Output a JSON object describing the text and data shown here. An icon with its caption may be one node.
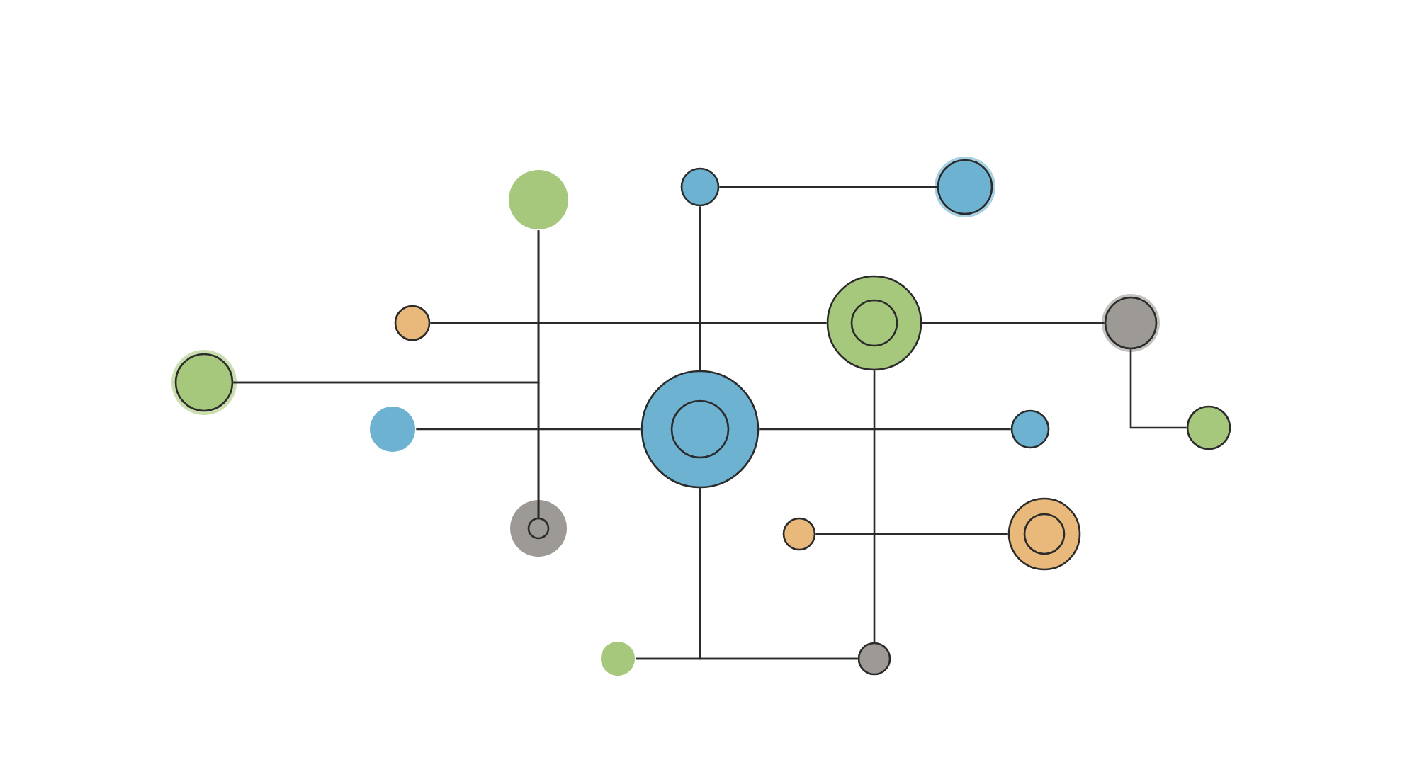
{
  "diagram": {
    "nodes": [
      {
        "text": [],
        "shape": "circle"
      },
      {
        "text": [],
        "shape": "circle"
      },
      {
        "text": [],
        "shape": "circle"
      },
      {
        "text": [],
        "shape": "circle"
      },
      {
        "text": [],
        "shape": "circle"
      },
      {
        "text": [],
        "shape": "circle"
      },
      {
        "text": [],
        "shape": "circle"
      },
      {
        "text": [],
        "shape": "circle"
      },
      {
        "text": [],
        "shape": "circle"
      },
      {
        "text": [],
        "shape": "circle"
      },
      {
        "text": [],
        "shape": "circle"
      },
      {
        "text": [],
        "shape": "circle"
      },
      {
        "text": [],
        "shape": "circle"
      },
      {
        "text": [],
        "shape": "circle"
      },
      {
        "text": [],
        "shape": "circle"
      },
      {
        "text": [],
        "shape": "circle"
      }
    ],
    "edges": [
      {
        "from": 0,
        "to": 11,
        "arrow": "none"
      },
      {
        "from": 6,
        "to": 0,
        "arrow": "none"
      },
      {
        "from": 6,
        "to": 11,
        "arrow": "none"
      },
      {
        "from": 1,
        "to": 2,
        "arrow": "none"
      },
      {
        "from": 1,
        "to": 8,
        "arrow": "none"
      },
      {
        "from": 3,
        "to": 4,
        "arrow": "none"
      },
      {
        "from": 4,
        "to": 5,
        "arrow": "none"
      },
      {
        "from": 5,
        "to": 10,
        "arrow": "none"
      },
      {
        "from": 7,
        "to": 8,
        "arrow": "none"
      },
      {
        "from": 8,
        "to": 9,
        "arrow": "none"
      },
      {
        "from": 4,
        "to": 15,
        "arrow": "none"
      },
      {
        "from": 12,
        "to": 13,
        "arrow": "none"
      },
      {
        "from": 14,
        "to": 15,
        "arrow": "none"
      },
      {
        "from": 8,
        "to": 14,
        "arrow": "none"
      },
      {
        "from": 8,
        "to": 15,
        "arrow": "none"
      }
    ]
  }
}
